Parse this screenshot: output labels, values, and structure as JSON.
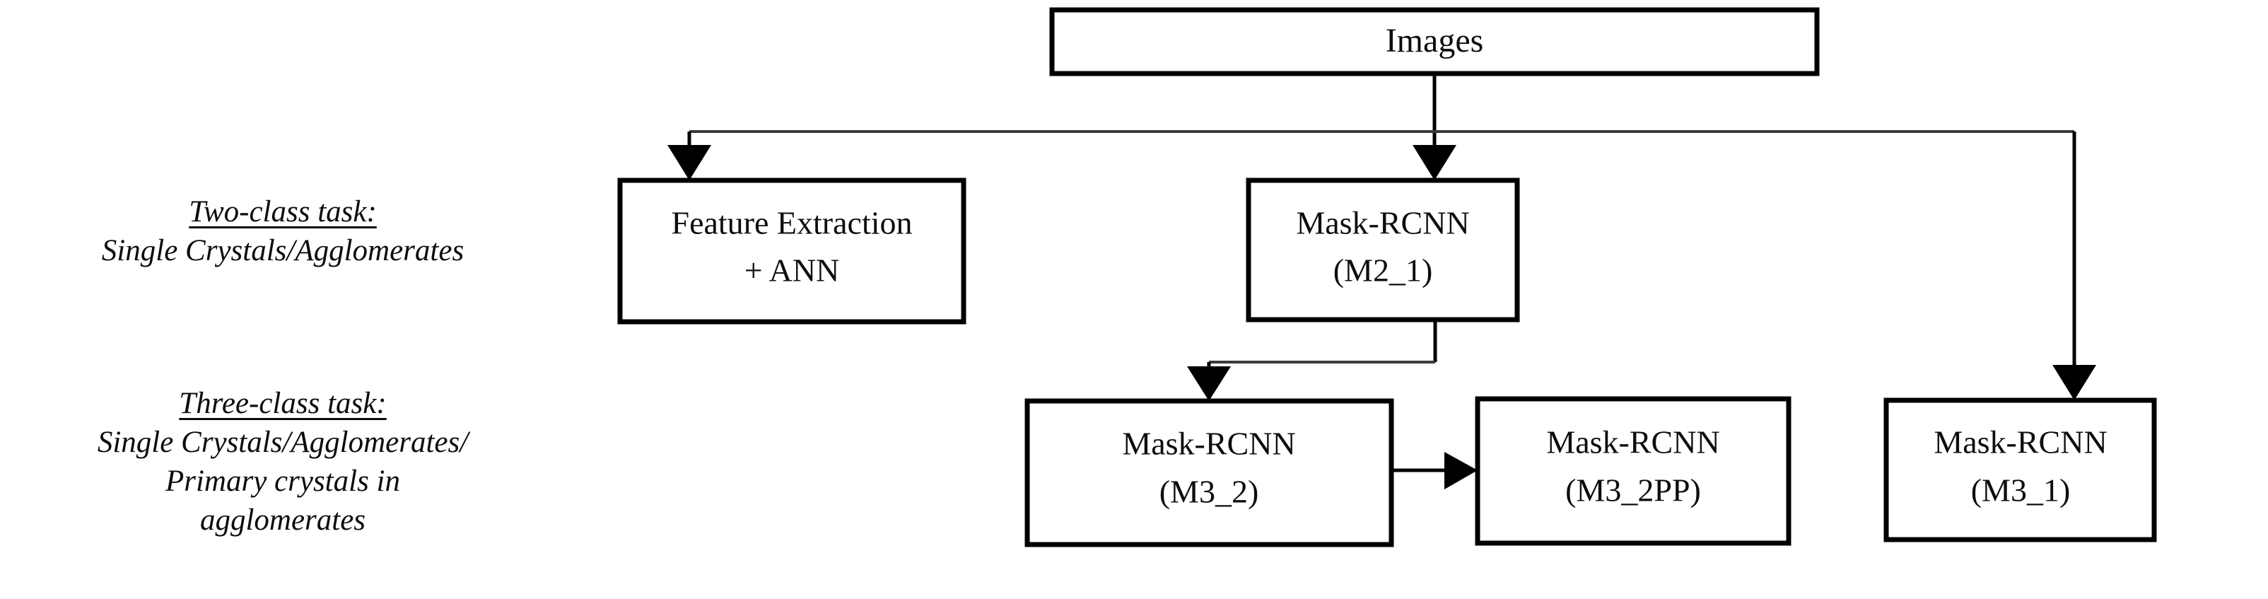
{
  "diagram": {
    "type": "flowchart",
    "title": "",
    "background_color": "#ffffff",
    "line_color": "#000000",
    "text_color": "#0d0d0d",
    "row_labels": [
      {
        "id": "two-class",
        "heading": "Two-class task:",
        "body": "Single Crystals/Agglomerates"
      },
      {
        "id": "three-class",
        "heading": "Three-class task:",
        "body_lines": [
          "Single Crystals/Agglomerates/",
          "Primary crystals in",
          "agglomerates"
        ]
      }
    ],
    "nodes": {
      "images": {
        "id": "images",
        "label": "Images"
      },
      "feature_ann": {
        "id": "feature_ann",
        "line1": "Feature Extraction",
        "line2": "+ ANN"
      },
      "m2_1": {
        "id": "m2_1",
        "line1": "Mask-RCNN",
        "line2": "(M2_1)"
      },
      "m3_2": {
        "id": "m3_2",
        "line1": "Mask-RCNN",
        "line2": "(M3_2)"
      },
      "m3_2pp": {
        "id": "m3_2pp",
        "line1": "Mask-RCNN",
        "line2": "(M3_2PP)"
      },
      "m3_1": {
        "id": "m3_1",
        "line1": "Mask-RCNN",
        "line2": "(M3_1)"
      }
    },
    "edges": [
      {
        "from": "images",
        "to": "feature_ann",
        "style": "elbow-down"
      },
      {
        "from": "images",
        "to": "m2_1",
        "style": "straight-down"
      },
      {
        "from": "images",
        "to": "m3_1",
        "style": "elbow-right-down"
      },
      {
        "from": "m2_1",
        "to": "m3_2",
        "style": "elbow-down-left"
      },
      {
        "from": "m3_2",
        "to": "m3_2pp",
        "style": "straight-right"
      }
    ]
  }
}
